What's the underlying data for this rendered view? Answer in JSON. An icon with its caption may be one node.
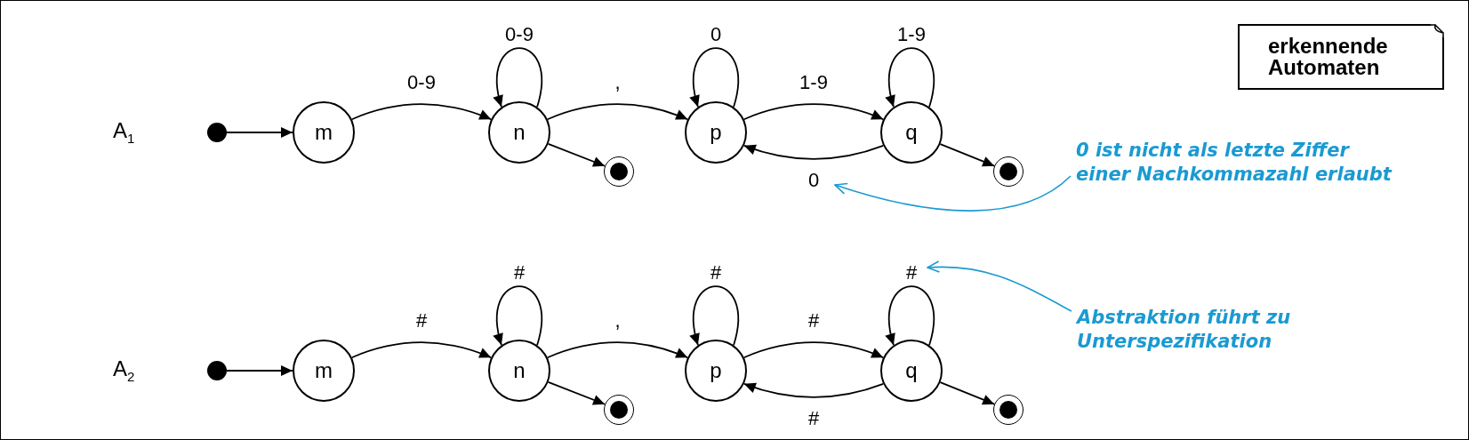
{
  "diagram": {
    "nodes": [
      {
        "text": [],
        "shape": "dot"
      },
      {
        "text": [
          "m"
        ]
      },
      {
        "text": [
          "n"
        ]
      },
      {
        "text": [],
        "shape": "ring"
      },
      {
        "text": [
          "p"
        ]
      },
      {
        "text": [
          "q"
        ]
      },
      {
        "text": [],
        "shape": "ring"
      },
      {
        "text": [],
        "shape": "dot"
      },
      {
        "text": [
          "m"
        ]
      },
      {
        "text": [
          "n"
        ]
      },
      {
        "text": [],
        "shape": "ring"
      },
      {
        "text": [
          "p"
        ]
      },
      {
        "text": [
          "q"
        ]
      },
      {
        "text": [],
        "shape": "ring"
      },
      {
        "text": [
          "erkennende Automaten"
        ]
      },
      {
        "text": [
          "0 ist nicht als letzte Ziffer einer Nachkommazahl erlaubt"
        ]
      },
      {
        "text": [
          "Abstraktion führt zu Unterspezifikation"
        ]
      }
    ],
    "edges": [
      {
        "from": 0,
        "to": 1,
        "arrow": "to"
      },
      {
        "from": 1,
        "to": 2,
        "arrow": "to",
        "label": "0-9"
      },
      {
        "from": 2,
        "to": 2,
        "arrow": "to",
        "label": "0-9"
      },
      {
        "from": 2,
        "to": 4,
        "arrow": "to",
        "label": ","
      },
      {
        "from": 2,
        "to": 3,
        "arrow": "to"
      },
      {
        "from": 4,
        "to": 4,
        "arrow": "to",
        "label": "0"
      },
      {
        "from": 4,
        "to": 5,
        "arrow": "to",
        "label": "1-9"
      },
      {
        "from": 5,
        "to": 5,
        "arrow": "to",
        "label": "1-9"
      },
      {
        "from": 5,
        "to": 4,
        "arrow": "to",
        "label": "0"
      },
      {
        "from": 5,
        "to": 6,
        "arrow": "to"
      },
      {
        "from": 7,
        "to": 8,
        "arrow": "to"
      },
      {
        "from": 8,
        "to": 9,
        "arrow": "to",
        "label": "#"
      },
      {
        "from": 9,
        "to": 9,
        "arrow": "to",
        "label": "#"
      },
      {
        "from": 9,
        "to": 11,
        "arrow": "to",
        "label": ","
      },
      {
        "from": 9,
        "to": 10,
        "arrow": "to"
      },
      {
        "from": 11,
        "to": 11,
        "arrow": "to",
        "label": "#"
      },
      {
        "from": 11,
        "to": 12,
        "arrow": "to",
        "label": "#"
      },
      {
        "from": 12,
        "to": 12,
        "arrow": "to",
        "label": "#"
      },
      {
        "from": 12,
        "to": 11,
        "arrow": "to",
        "label": "#"
      },
      {
        "from": 12,
        "to": 13,
        "arrow": "to"
      },
      {
        "from": 15,
        "to": null,
        "arrow": "to",
        "color": "#1a9ad2"
      },
      {
        "from": 16,
        "to": null,
        "arrow": "to",
        "color": "#1a9ad2"
      }
    ],
    "labels": [
      "A$_{1}$",
      "A$_{2}$"
    ]
  }
}
